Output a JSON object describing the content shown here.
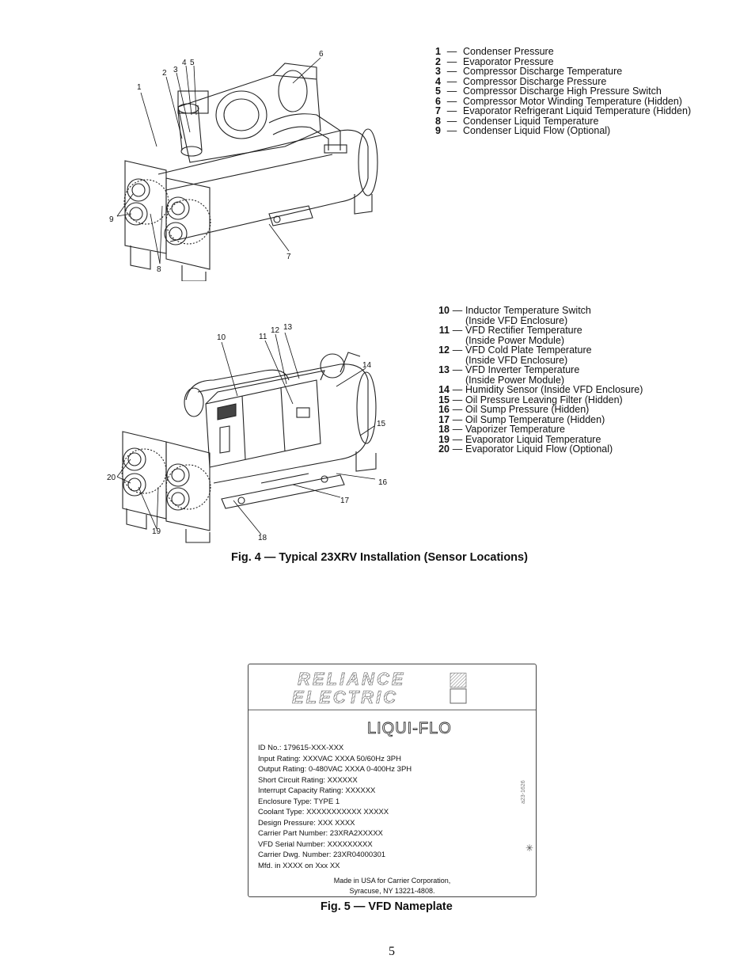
{
  "figure4": {
    "legend_top": [
      {
        "num": "1",
        "text": "Condenser Pressure"
      },
      {
        "num": "2",
        "text": "Evaporator Pressure"
      },
      {
        "num": "3",
        "text": "Compressor Discharge Temperature"
      },
      {
        "num": "4",
        "text": "Compressor Discharge Pressure"
      },
      {
        "num": "5",
        "text": "Compressor Discharge High Pressure Switch"
      },
      {
        "num": "6",
        "text": "Compressor Motor Winding Temperature (Hidden)"
      },
      {
        "num": "7",
        "text": "Evaporator Refrigerant Liquid Temperature (Hidden)"
      },
      {
        "num": "8",
        "text": "Condenser Liquid Temperature"
      },
      {
        "num": "9",
        "text": "Condenser Liquid Flow (Optional)"
      }
    ],
    "legend_bottom": [
      {
        "num": "10",
        "text": "Inductor Temperature Switch",
        "cont": "(Inside VFD Enclosure)"
      },
      {
        "num": "11",
        "text": "VFD Rectifier Temperature",
        "cont": "(Inside Power Module)"
      },
      {
        "num": "12",
        "text": "VFD Cold Plate Temperature",
        "cont": "(Inside VFD Enclosure)"
      },
      {
        "num": "13",
        "text": "VFD Inverter Temperature",
        "cont": "(Inside Power Module)"
      },
      {
        "num": "14",
        "text": "Humidity Sensor (Inside VFD Enclosure)"
      },
      {
        "num": "15",
        "text": "Oil Pressure Leaving Filter (Hidden)"
      },
      {
        "num": "16",
        "text": "Oil Sump Pressure (Hidden)"
      },
      {
        "num": "17",
        "text": "Oil Sump Temperature (Hidden)"
      },
      {
        "num": "18",
        "text": "Vaporizer Temperature"
      },
      {
        "num": "19",
        "text": "Evaporator Liquid Temperature"
      },
      {
        "num": "20",
        "text": "Evaporator Liquid Flow (Optional)"
      }
    ],
    "dash": "—",
    "callouts_top": [
      "1",
      "2",
      "3",
      "4",
      "5",
      "6",
      "7",
      "8",
      "9"
    ],
    "callouts_bottom": [
      "10",
      "11",
      "12",
      "13",
      "14",
      "15",
      "16",
      "17",
      "18",
      "19",
      "20"
    ],
    "caption": "Fig. 4 — Typical 23XRV Installation (Sensor Locations)"
  },
  "figure5": {
    "logo_line1": "RELIANCE",
    "logo_line2": "ELECTRIC",
    "product_logo": "LIQUI-FLO",
    "lines": [
      "ID No.:  179615-XXX-XXX",
      "Input Rating: XXXVAC XXXA 50/60Hz 3PH",
      "Output Rating: 0-480VAC XXXA 0-400Hz 3PH",
      "Short Circuit Rating: XXXXXX",
      "Interrupt Capacity Rating: XXXXXX",
      "Enclosure Type: TYPE 1",
      "Coolant Type: XXXXXXXXXXX XXXXX",
      "Design Pressure: XXX XXXX",
      "Carrier Part Number: 23XRA2XXXXX",
      "VFD Serial Number: XXXXXXXXX",
      "Carrier Dwg. Number: 23XR04000301",
      "Mfd. in XXXX on Xxx XX"
    ],
    "footer_line1": "Made in USA for Carrier Corporation,",
    "footer_line2": "Syracuse, NY 13221-4808.",
    "side_code": "a23-1626",
    "caption": "Fig. 5 — VFD Nameplate"
  },
  "page_number": "5"
}
